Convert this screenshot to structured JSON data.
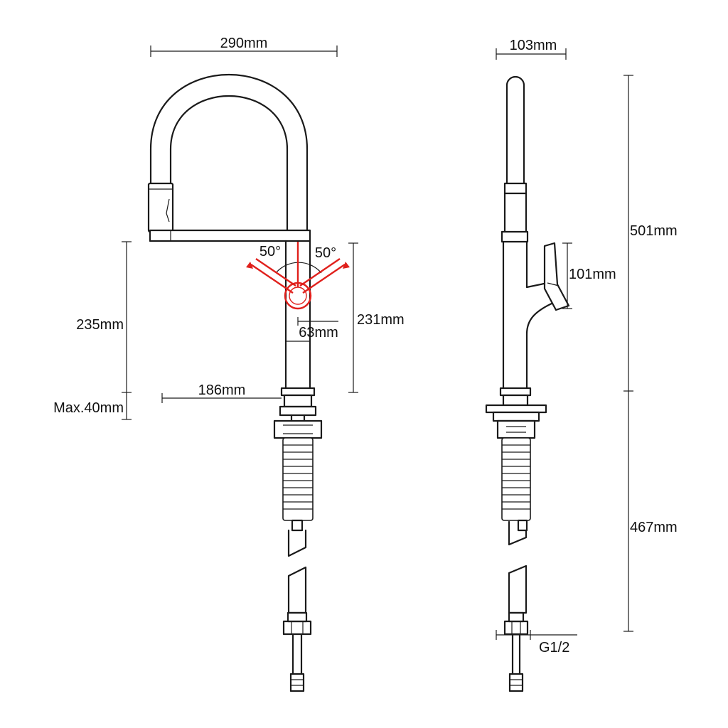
{
  "front_view": {
    "width_label": "290mm",
    "spout_height_label": "235mm",
    "deck_thickness_label": "Max.40mm",
    "reach_label": "186mm",
    "handle_angle_left_label": "50°",
    "handle_angle_right_label": "50°",
    "handle_offset_label": "63mm",
    "body_height_label": "231mm"
  },
  "side_view": {
    "depth_label": "103mm",
    "total_height_label": "501mm",
    "handle_height_label": "101mm",
    "hose_length_label": "467mm",
    "connector_label": "G1/2"
  },
  "colors": {
    "line": "#1a1a1a",
    "handle_highlight": "#e0201c"
  }
}
